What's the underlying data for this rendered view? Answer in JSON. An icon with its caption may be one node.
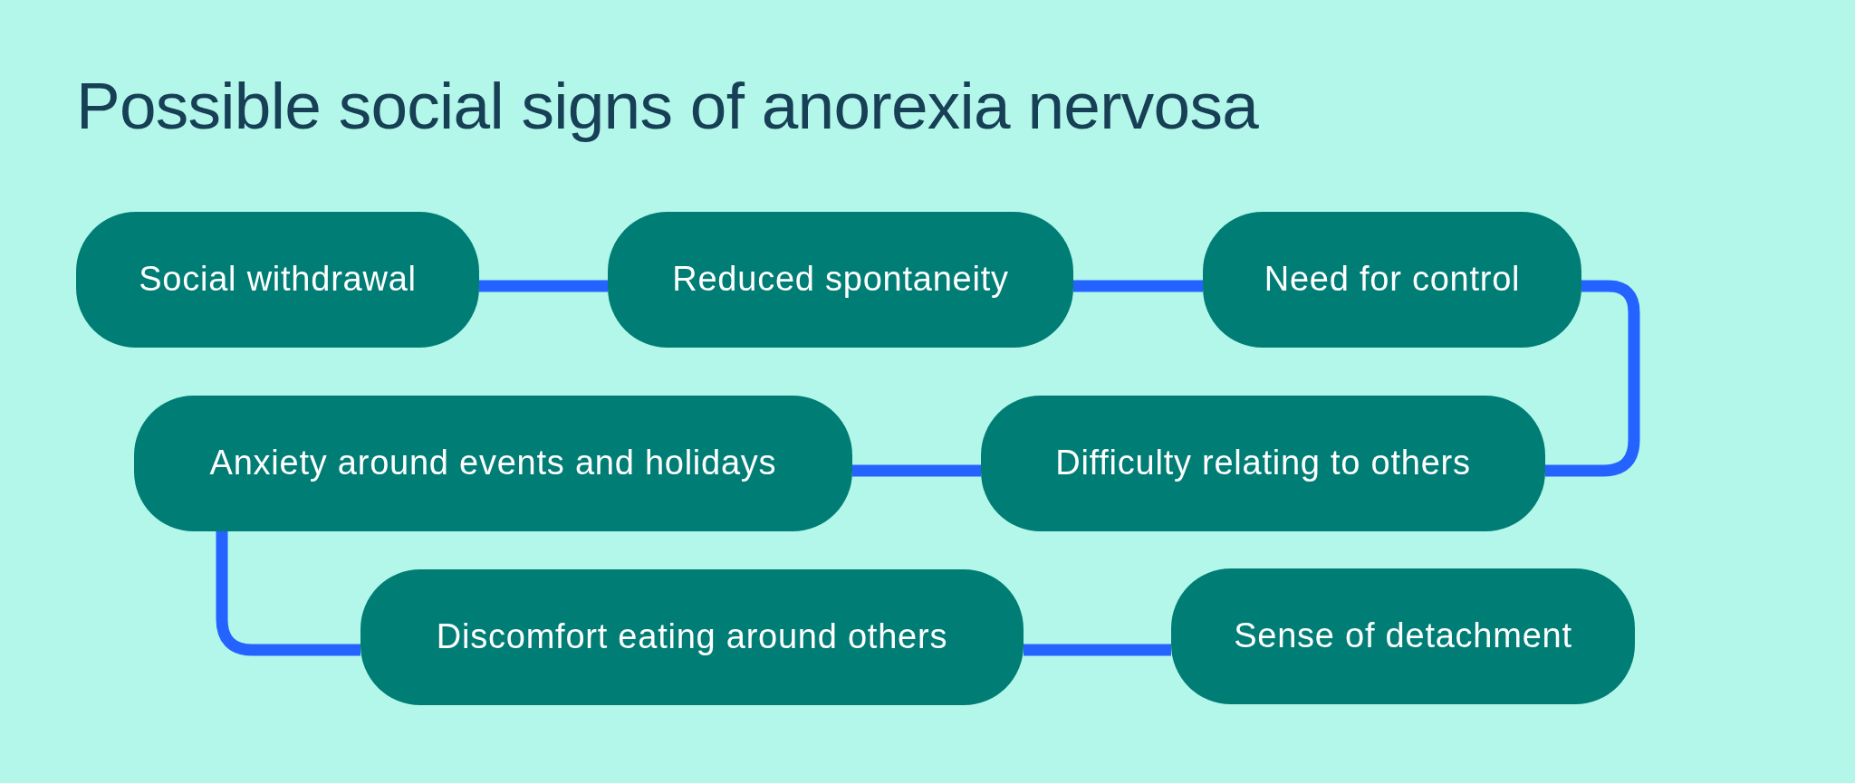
{
  "diagram": {
    "title": "Possible social signs of anorexia nervosa",
    "nodes": [
      {
        "text": [
          "Social withdrawal"
        ]
      },
      {
        "text": [
          "Reduced spontaneity"
        ]
      },
      {
        "text": [
          "Need for control"
        ]
      },
      {
        "text": [
          "Anxiety around events and holidays"
        ]
      },
      {
        "text": [
          "Difficulty relating to others"
        ]
      },
      {
        "text": [
          "Discomfort eating around others"
        ]
      },
      {
        "text": [
          "Sense of detachment"
        ]
      }
    ],
    "edges": [
      {
        "from": 0,
        "to": 1,
        "arrow": "none"
      },
      {
        "from": 1,
        "to": 2,
        "arrow": "none"
      },
      {
        "from": 2,
        "to": 4,
        "arrow": "none"
      },
      {
        "from": 4,
        "to": 3,
        "arrow": "none"
      },
      {
        "from": 3,
        "to": 5,
        "arrow": "none"
      },
      {
        "from": 5,
        "to": 6,
        "arrow": "none"
      }
    ]
  }
}
